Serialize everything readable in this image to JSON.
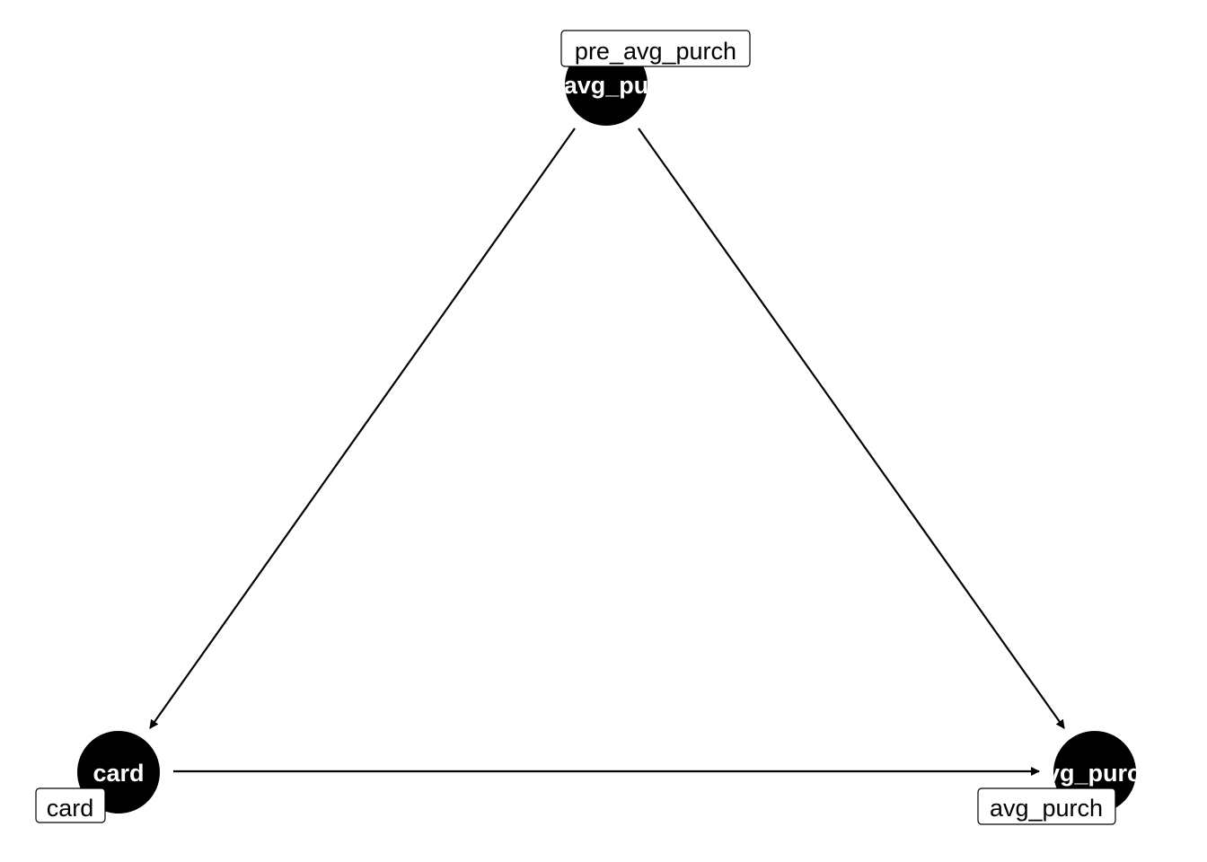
{
  "diagram": {
    "nodes": [
      {
        "id": "pre_avg_purch",
        "text": "avg_pu",
        "label": "pre_avg_purch"
      },
      {
        "id": "card",
        "text": "card",
        "label": "card"
      },
      {
        "id": "avg_purch",
        "text": "avg_purc",
        "label": "avg_purch"
      }
    ],
    "edges": [
      {
        "from": "pre_avg_purch",
        "to": "card"
      },
      {
        "from": "pre_avg_purch",
        "to": "avg_purch"
      },
      {
        "from": "card",
        "to": "avg_purch"
      }
    ]
  }
}
